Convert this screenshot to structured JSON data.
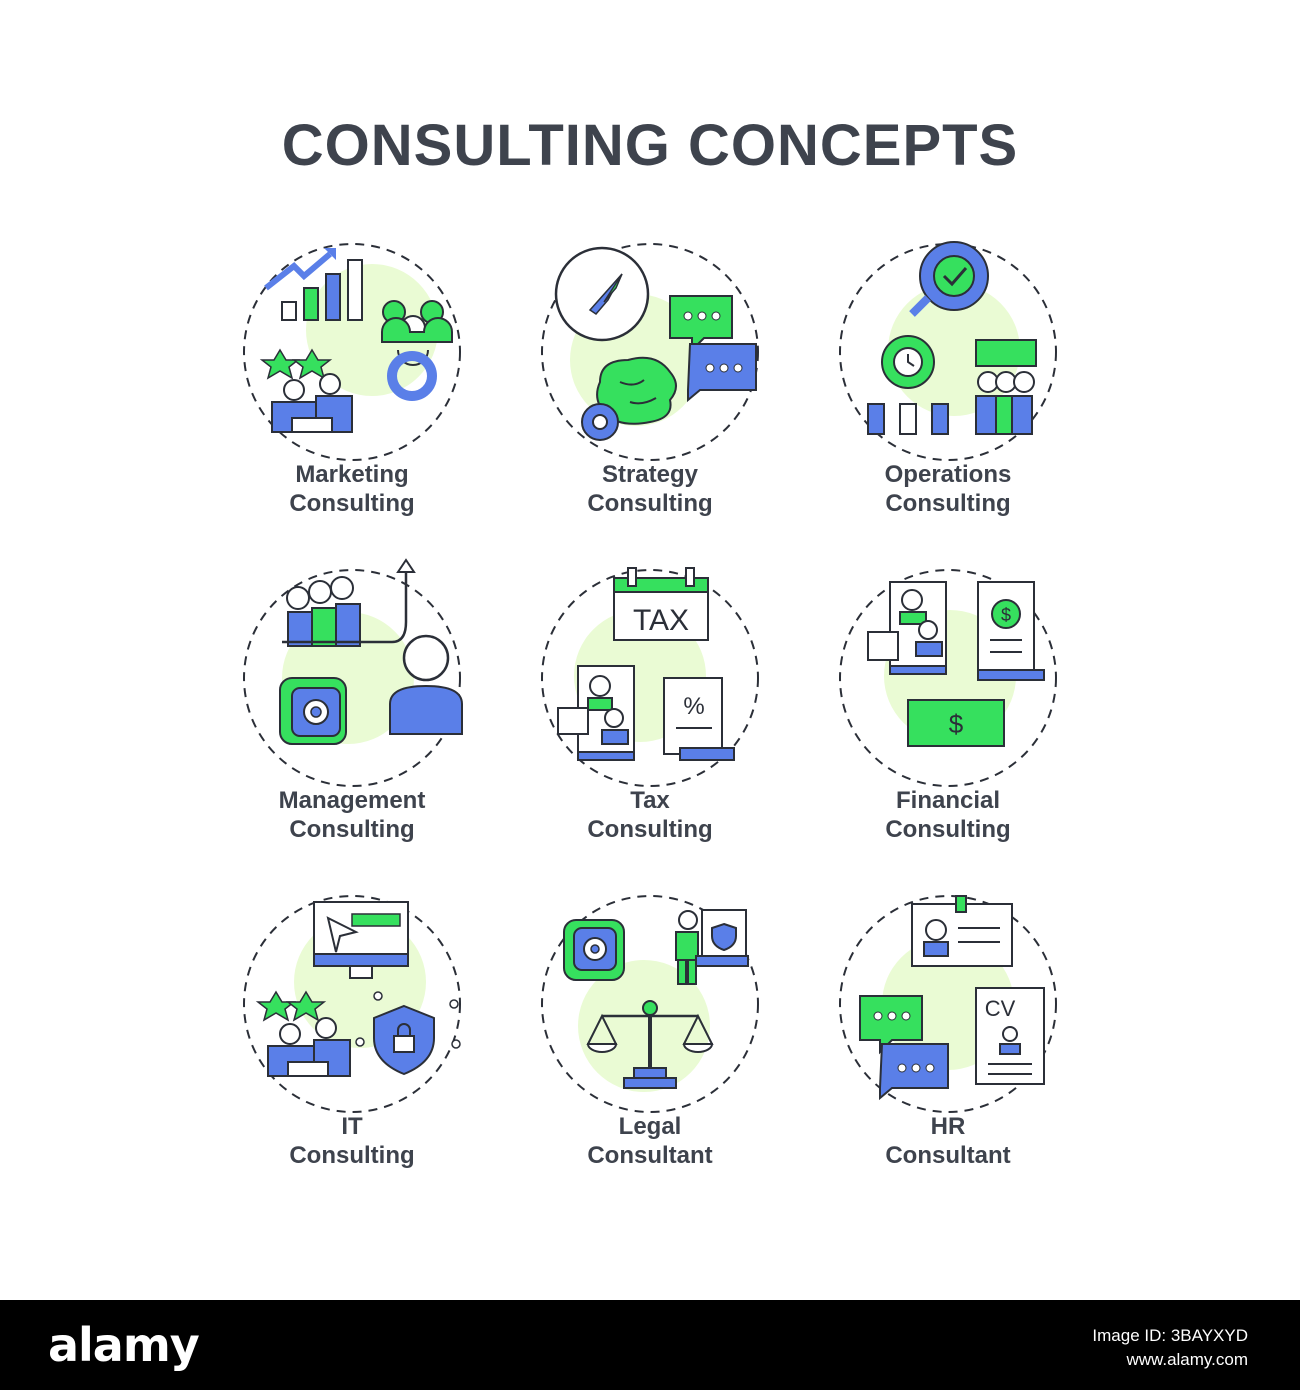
{
  "title": "CONSULTING CONCEPTS",
  "colors": {
    "green": "#36e05e",
    "blue": "#5a7fe8",
    "light_green": "#eafbd4",
    "outline": "#2b2f38",
    "text": "#3e434d"
  },
  "items": [
    {
      "line1": "Marketing",
      "line2": "Consulting",
      "icon": "marketing-consulting-icon"
    },
    {
      "line1": "Strategy",
      "line2": "Consulting",
      "icon": "strategy-consulting-icon"
    },
    {
      "line1": "Operations",
      "line2": "Consulting",
      "icon": "operations-consulting-icon"
    },
    {
      "line1": "Management",
      "line2": "Consulting",
      "icon": "management-consulting-icon"
    },
    {
      "line1": "Tax",
      "line2": "Consulting",
      "icon": "tax-consulting-icon"
    },
    {
      "line1": "Financial",
      "line2": "Consulting",
      "icon": "financial-consulting-icon"
    },
    {
      "line1": "IT",
      "line2": "Consulting",
      "icon": "it-consulting-icon"
    },
    {
      "line1": "Legal",
      "line2": "Consultant",
      "icon": "legal-consultant-icon"
    },
    {
      "line1": "HR",
      "line2": "Consultant",
      "icon": "hr-consultant-icon"
    }
  ],
  "icon_text": {
    "tax": "TAX",
    "cv": "CV",
    "percent": "%",
    "dollar": "$"
  },
  "footer": {
    "brand": "alamy",
    "image_id": "Image ID: 3BAYXYD",
    "url": "www.alamy.com"
  }
}
